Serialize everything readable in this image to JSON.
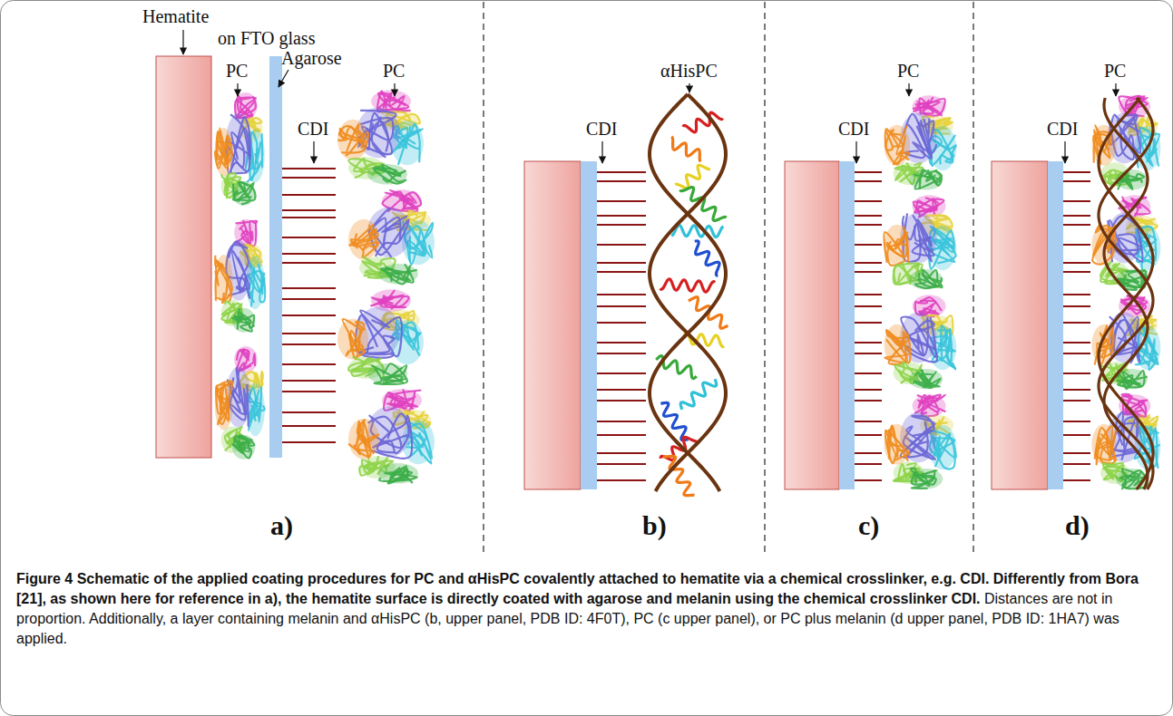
{
  "diagram": {
    "caption": "Figure 4 Schematic of the applied coating procedures for PC and αHisPC covalently attached to hematite via a chemical crosslinker, e.g. CDI. Differently from Bora [21], as shown here for reference in a), the hematite surface is directly coated with agarose and melanin using the chemical crosslinker CDI. Distances are not in proportion. Additionally, a layer containing melanin and αHisPC (b, upper panel, PDB ID: 4F0T), PC (c upper panel), or PC plus melanin (d upper panel, PDB ID: 1HA7) was applied.",
    "labels": [
      "Hematite",
      "on FTO glass",
      "PC",
      "Agarose",
      "CDI",
      "PC",
      "a)",
      "CDI",
      "αHisPC",
      "b)",
      "CDI",
      "PC",
      "c)",
      "CDI",
      "PC",
      "d)"
    ]
  }
}
